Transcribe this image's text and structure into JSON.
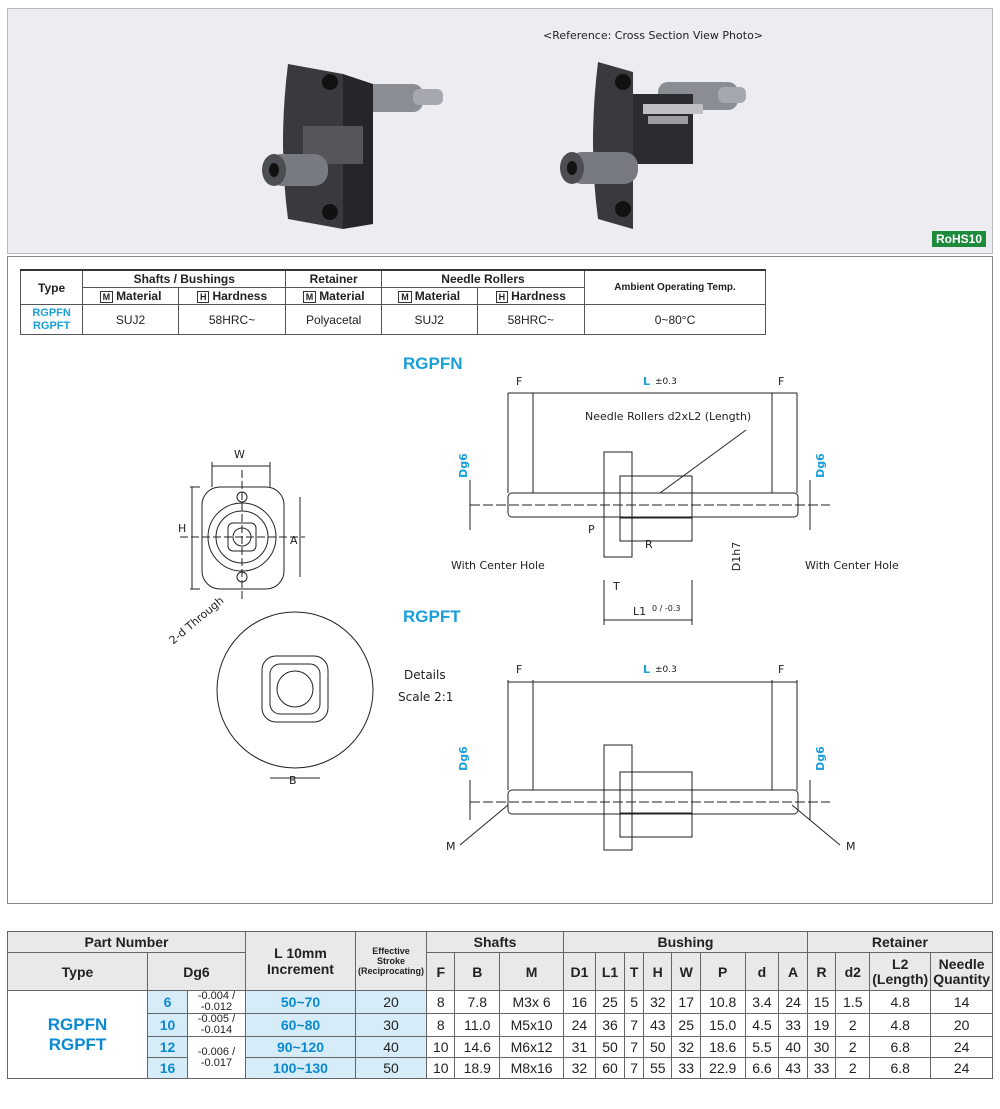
{
  "reference_caption": "<Reference: Cross Section View Photo>",
  "rohs": "RoHS10",
  "spec_table": {
    "headers": {
      "type": "Type",
      "shafts_bushings": "Shafts / Bushings",
      "retainer": "Retainer",
      "needle_rollers": "Needle Rollers",
      "ambient": "Ambient Operating Temp.",
      "material": "Material",
      "hardness": "Hardness"
    },
    "type_lines": [
      "RGPFN",
      "RGPFT"
    ],
    "values": [
      "SUJ2",
      "58HRC~",
      "Polyacetal",
      "SUJ2",
      "58HRC~",
      "0~80°C"
    ]
  },
  "drawing": {
    "rgpfn_title": "RGPFN",
    "rgpft_title": "RGPFT",
    "needle_rollers_label": "Needle Rollers d2xL2 (Length)",
    "with_center_hole_left": "With Center Hole",
    "with_center_hole_right": "With Center Hole",
    "details": "Details",
    "scale": "Scale 2:1",
    "through": "2-d Through",
    "labels": {
      "F": "F",
      "L": "L",
      "L_tol": "±0.3",
      "W": "W",
      "H": "H",
      "A": "A",
      "B": "B",
      "R": "R",
      "P": "P",
      "T": "T",
      "L1": "L1",
      "L1_tol": "0 / -0.3",
      "Dg6": "Dg6",
      "D1h7": "D1h7",
      "M": "M"
    }
  },
  "main_table": {
    "headers": {
      "part_number": "Part Number",
      "type": "Type",
      "dg6": "Dg6",
      "l_increment": "L 10mm Increment",
      "stroke": "Effective Stroke (Reciprocating)",
      "shafts": "Shafts",
      "bushing": "Bushing",
      "retainer": "Retainer",
      "cols": [
        "F",
        "B",
        "M",
        "D1",
        "L1",
        "T",
        "H",
        "W",
        "P",
        "d",
        "A",
        "R",
        "d2",
        "L2 (Length)",
        "Needle Quantity"
      ]
    },
    "type_lines": [
      "RGPFN",
      "RGPFT"
    ],
    "rows": [
      {
        "d": "6",
        "tol": "-0.004 / -0.012",
        "l": "50~70",
        "stroke": "20",
        "F": "8",
        "B": "7.8",
        "M": "M3x 6",
        "D1": "16",
        "L1": "25",
        "T": "5",
        "H": "32",
        "W": "17",
        "P": "10.8",
        "dd": "3.4",
        "A": "24",
        "R": "15",
        "d2": "1.5",
        "L2": "4.8",
        "n": "14"
      },
      {
        "d": "10",
        "tol": "-0.005 / -0.014",
        "l": "60~80",
        "stroke": "30",
        "F": "8",
        "B": "11.0",
        "M": "M5x10",
        "D1": "24",
        "L1": "36",
        "T": "7",
        "H": "43",
        "W": "25",
        "P": "15.0",
        "dd": "4.5",
        "A": "33",
        "R": "19",
        "d2": "2",
        "L2": "4.8",
        "n": "20"
      },
      {
        "d": "12",
        "tol": "-0.006 / -0.017",
        "l": "90~120",
        "stroke": "40",
        "F": "10",
        "B": "14.6",
        "M": "M6x12",
        "D1": "31",
        "L1": "50",
        "T": "7",
        "H": "50",
        "W": "32",
        "P": "18.6",
        "dd": "5.5",
        "A": "40",
        "R": "30",
        "d2": "2",
        "L2": "6.8",
        "n": "24"
      },
      {
        "d": "16",
        "tol": "",
        "l": "100~130",
        "stroke": "50",
        "F": "10",
        "B": "18.9",
        "M": "M8x16",
        "D1": "32",
        "L1": "60",
        "T": "7",
        "H": "55",
        "W": "33",
        "P": "22.9",
        "dd": "6.6",
        "A": "43",
        "R": "33",
        "d2": "2",
        "L2": "6.8",
        "n": "24"
      }
    ]
  }
}
